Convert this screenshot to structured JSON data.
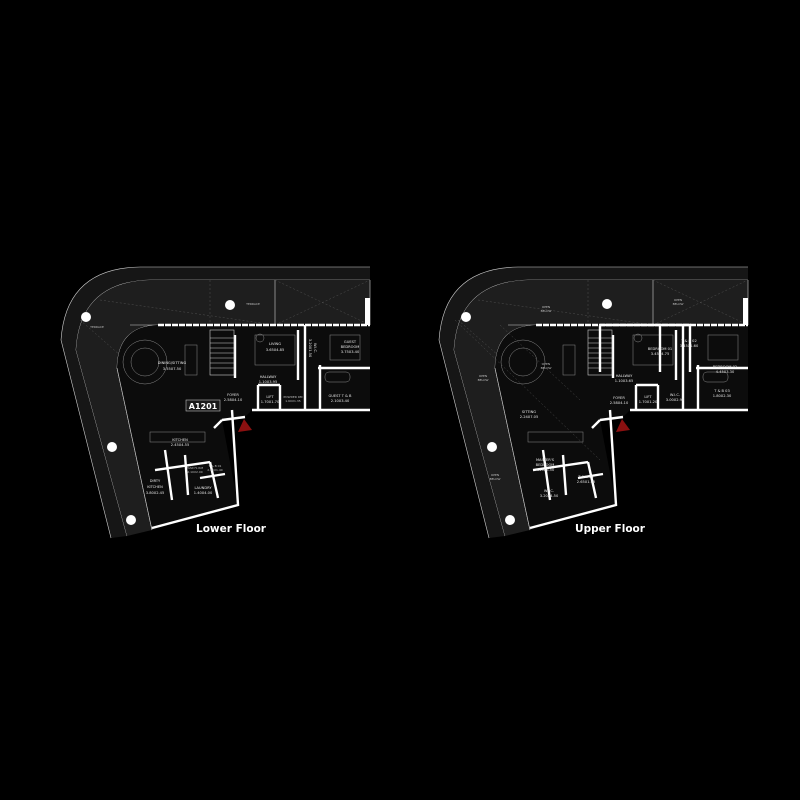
{
  "lower": {
    "title": "Lower Floor",
    "unit_tag": "A1201",
    "terrace_top": "TERRACE",
    "terrace_left": "TERRACE",
    "dining": {
      "name": "DINING/SITTING",
      "size": "3.55X7.50"
    },
    "living": {
      "name": "LIVING",
      "size": "3.65X4.85"
    },
    "wic": {
      "name": "W.I.C.",
      "size": "3.20X1.50"
    },
    "guest_bedroom": {
      "name": "GUEST",
      "name2": "BEDROOM",
      "size": "3.75X3.40"
    },
    "hallway": {
      "name": "HALLWAY",
      "size": "1.10X3.95"
    },
    "foyer": {
      "name": "FOYER",
      "size": "2.58X4.10"
    },
    "lift": {
      "name": "LIFT",
      "size": "1.70X1.70"
    },
    "powder": {
      "name": "POWDER RM",
      "size": "1.60X1.35"
    },
    "guest_tb": {
      "name": "GUEST T & B",
      "size": "2.10X3.40"
    },
    "kitchen": {
      "name": "KITCHEN",
      "size": "2.45X4.55"
    },
    "maids": {
      "name": "MAID'S RM",
      "size": "2.10X2.00"
    },
    "tb01": {
      "name": "T & B 01",
      "size": "2.00X1.40"
    },
    "dirty_kitchen": {
      "name": "DIRTY",
      "name2": "KITCHEN",
      "size": "3.80X2.45"
    },
    "laundry": {
      "name": "LAUNDRY",
      "size": "1.40X4.00"
    }
  },
  "upper": {
    "title": "Upper Floor",
    "open_below": "OPEN BELOW",
    "open_below_word1": "OPEN",
    "open_below_word2": "BELOW",
    "bedroom01": {
      "name": "BEDROOM 01",
      "size": "3.45X4.75"
    },
    "tb02": {
      "name": "T & B 02",
      "size": "3.45X1.60"
    },
    "bedroom02": {
      "name": "BEDROOM 02",
      "size": "4.45X3.30"
    },
    "hallway": {
      "name": "HALLWAY",
      "size": "1.10X3.65"
    },
    "foyer": {
      "name": "FOYER",
      "size": "2.58X4.10"
    },
    "lift": {
      "name": "LIFT",
      "size": "1.70X1.20"
    },
    "wic": {
      "name": "W.I.C.",
      "size": "3.00X2.90"
    },
    "tb03": {
      "name": "T & B 03",
      "size": "1.80X2.30"
    },
    "sitting": {
      "name": "SITTING",
      "size": "2.24X7.05"
    },
    "master": {
      "name": "MASTER'S",
      "name2": "BEDROOM",
      "size": "4.10X6.50"
    },
    "master_wic": {
      "name": "W.I.C.",
      "size": "3.20X4.50"
    },
    "tb01": {
      "name": "T & B 01",
      "size": "2.65X1.95"
    }
  },
  "colors": {
    "background": "#000000",
    "terrace": "#1b1b1b",
    "interior": "#0d0d0d",
    "walls": "#ffffff",
    "entry_marker": "#8b1010"
  }
}
